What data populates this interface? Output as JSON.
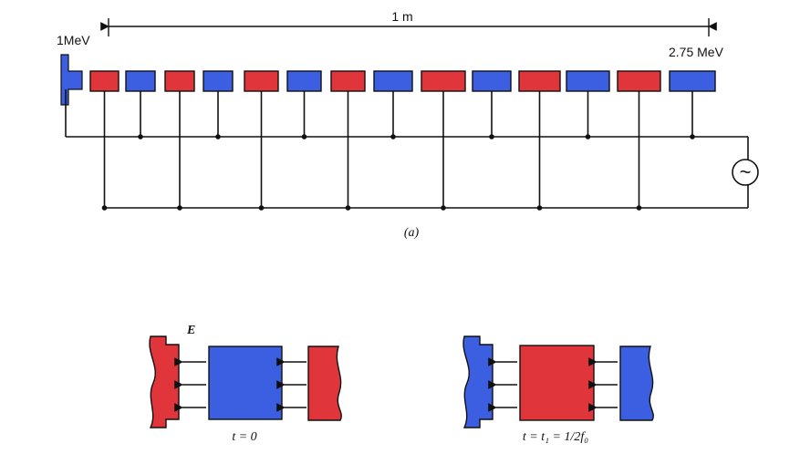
{
  "panel_a": {
    "length_label": "1 m",
    "energy_start": "1MeV",
    "energy_end": "2.75 MeV",
    "caption": "(a)",
    "ac_source_symbol": "~",
    "drift_tube_sequence": [
      "red",
      "blue",
      "red",
      "blue",
      "red",
      "blue",
      "red",
      "blue",
      "red",
      "blue",
      "red",
      "blue",
      "red",
      "blue"
    ]
  },
  "panel_b": {
    "field_label": "E",
    "left_caption": "t = 0",
    "right_caption": "t = t₁ = 1/2f₀"
  },
  "colors": {
    "red": "#e0363b",
    "blue": "#3b5fe0",
    "line": "#111111"
  }
}
